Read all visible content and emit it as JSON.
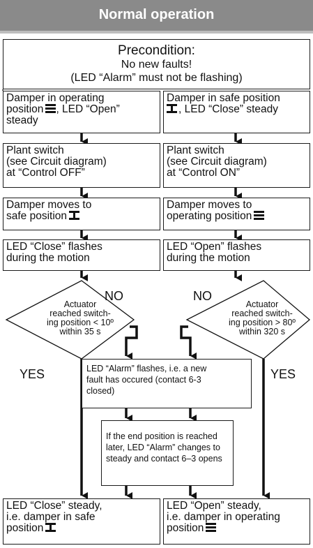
{
  "header": {
    "title": "Normal operation"
  },
  "precondition": {
    "title": "Precondition:",
    "line1": "No new faults!",
    "line2": "(LED “Alarm” must not be flashing)"
  },
  "left": {
    "state_line1": "Damper in operating",
    "state_line2a": "position",
    "state_line2b": ", LED “Open”",
    "state_line3": "steady",
    "switch_line1": "Plant switch",
    "switch_line2": "(see Circuit diagram)",
    "switch_line3": "at “Control OFF”",
    "move_line1": "Damper moves to",
    "move_line2": "safe position",
    "led_line1": "LED “Close” flashes",
    "led_line2": "during the motion",
    "decision_line1": "Actuator",
    "decision_line2": "reached switch-",
    "decision_line3": "ing position < 10º",
    "decision_line4": "within 35 s",
    "no_label": "NO",
    "yes_label": "YES",
    "end_line1": "LED “Close” steady,",
    "end_line2": "i.e. damper in safe",
    "end_line3": "position"
  },
  "right": {
    "state_line1": "Damper in safe position",
    "state_line2": ", LED “Close” steady",
    "switch_line1": "Plant switch",
    "switch_line2": "(see Circuit diagram)",
    "switch_line3": "at “Control ON”",
    "move_line1": "Damper moves to",
    "move_line2": "operating position",
    "led_line1": "LED “Open” flashes",
    "led_line2": "during the motion",
    "decision_line1": "Actuator",
    "decision_line2": "reached switch-",
    "decision_line3": "ing position > 80º",
    "decision_line4": "within 320 s",
    "no_label": "NO",
    "yes_label": "YES",
    "end_line1": "LED “Open” steady,",
    "end_line2": "i.e. damper in operating",
    "end_line3": "position"
  },
  "center": {
    "alarm_line1": "LED “Alarm” flashes, i.e. a new",
    "alarm_line2": "fault has occured (contact 6-3",
    "alarm_line3": "closed)",
    "later_line1": "If the end position is reached",
    "later_line2": "later, LED “Alarm” changes to",
    "later_line3": "steady and contact 6–3 opens"
  }
}
